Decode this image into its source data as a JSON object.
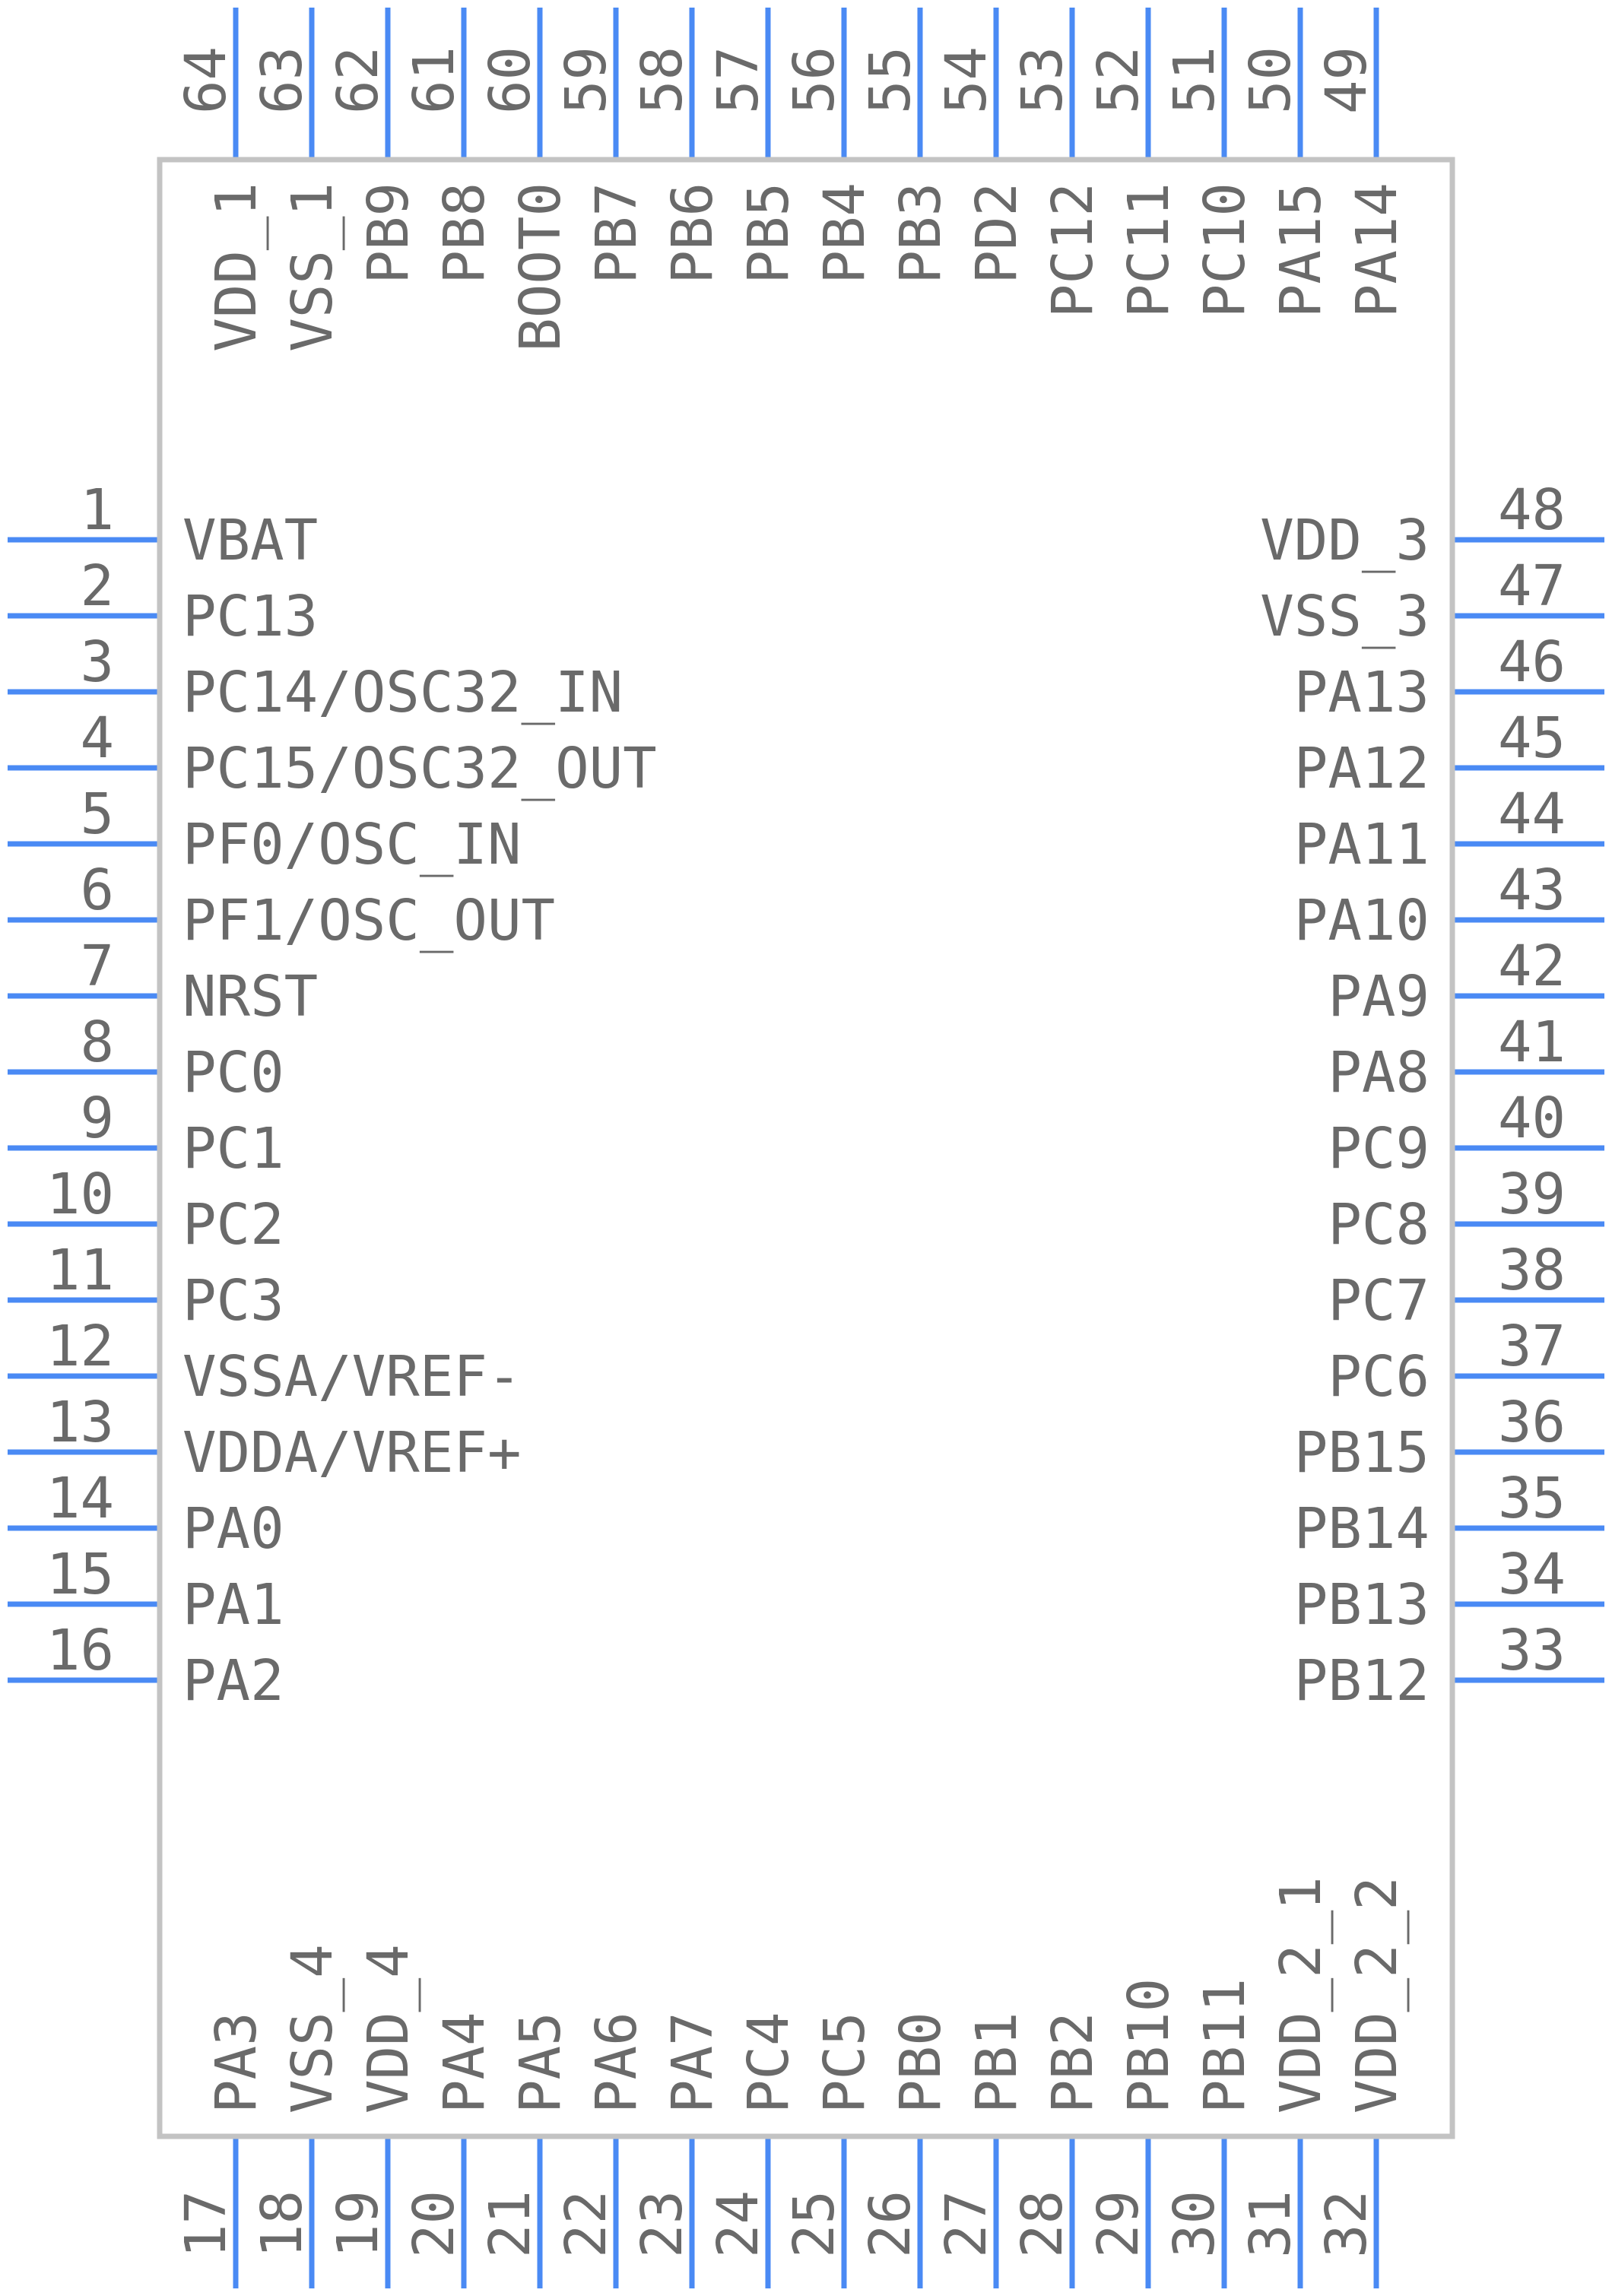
{
  "component": {
    "body_stroke": "#c3c3c3",
    "pin_color": "#4a8af4",
    "text_color": "#6a6a6a"
  },
  "pins": {
    "left": [
      {
        "num": "1",
        "name": "VBAT"
      },
      {
        "num": "2",
        "name": "PC13"
      },
      {
        "num": "3",
        "name": "PC14/OSC32_IN"
      },
      {
        "num": "4",
        "name": "PC15/OSC32_OUT"
      },
      {
        "num": "5",
        "name": "PF0/OSC_IN"
      },
      {
        "num": "6",
        "name": "PF1/OSC_OUT"
      },
      {
        "num": "7",
        "name": "NRST"
      },
      {
        "num": "8",
        "name": "PC0"
      },
      {
        "num": "9",
        "name": "PC1"
      },
      {
        "num": "10",
        "name": "PC2"
      },
      {
        "num": "11",
        "name": "PC3"
      },
      {
        "num": "12",
        "name": "VSSA/VREF-"
      },
      {
        "num": "13",
        "name": "VDDA/VREF+"
      },
      {
        "num": "14",
        "name": "PA0"
      },
      {
        "num": "15",
        "name": "PA1"
      },
      {
        "num": "16",
        "name": "PA2"
      }
    ],
    "bottom": [
      {
        "num": "17",
        "name": "PA3"
      },
      {
        "num": "18",
        "name": "VSS_4"
      },
      {
        "num": "19",
        "name": "VDD_4"
      },
      {
        "num": "20",
        "name": "PA4"
      },
      {
        "num": "21",
        "name": "PA5"
      },
      {
        "num": "22",
        "name": "PA6"
      },
      {
        "num": "23",
        "name": "PA7"
      },
      {
        "num": "24",
        "name": "PC4"
      },
      {
        "num": "25",
        "name": "PC5"
      },
      {
        "num": "26",
        "name": "PB0"
      },
      {
        "num": "27",
        "name": "PB1"
      },
      {
        "num": "28",
        "name": "PB2"
      },
      {
        "num": "29",
        "name": "PB10"
      },
      {
        "num": "30",
        "name": "PB11"
      },
      {
        "num": "31",
        "name": "VDD_2_1"
      },
      {
        "num": "32",
        "name": "VDD_2_2"
      }
    ],
    "right": [
      {
        "num": "48",
        "name": "VDD_3"
      },
      {
        "num": "47",
        "name": "VSS_3"
      },
      {
        "num": "46",
        "name": "PA13"
      },
      {
        "num": "45",
        "name": "PA12"
      },
      {
        "num": "44",
        "name": "PA11"
      },
      {
        "num": "43",
        "name": "PA10"
      },
      {
        "num": "42",
        "name": "PA9"
      },
      {
        "num": "41",
        "name": "PA8"
      },
      {
        "num": "40",
        "name": "PC9"
      },
      {
        "num": "39",
        "name": "PC8"
      },
      {
        "num": "38",
        "name": "PC7"
      },
      {
        "num": "37",
        "name": "PC6"
      },
      {
        "num": "36",
        "name": "PB15"
      },
      {
        "num": "35",
        "name": "PB14"
      },
      {
        "num": "34",
        "name": "PB13"
      },
      {
        "num": "33",
        "name": "PB12"
      }
    ],
    "top": [
      {
        "num": "64",
        "name": "VDD_1"
      },
      {
        "num": "63",
        "name": "VSS_1"
      },
      {
        "num": "62",
        "name": "PB9"
      },
      {
        "num": "61",
        "name": "PB8"
      },
      {
        "num": "60",
        "name": "BOOT0"
      },
      {
        "num": "59",
        "name": "PB7"
      },
      {
        "num": "58",
        "name": "PB6"
      },
      {
        "num": "57",
        "name": "PB5"
      },
      {
        "num": "56",
        "name": "PB4"
      },
      {
        "num": "55",
        "name": "PB3"
      },
      {
        "num": "54",
        "name": "PD2"
      },
      {
        "num": "53",
        "name": "PC12"
      },
      {
        "num": "52",
        "name": "PC11"
      },
      {
        "num": "51",
        "name": "PC10"
      },
      {
        "num": "50",
        "name": "PA15"
      },
      {
        "num": "49",
        "name": "PA14"
      }
    ]
  }
}
